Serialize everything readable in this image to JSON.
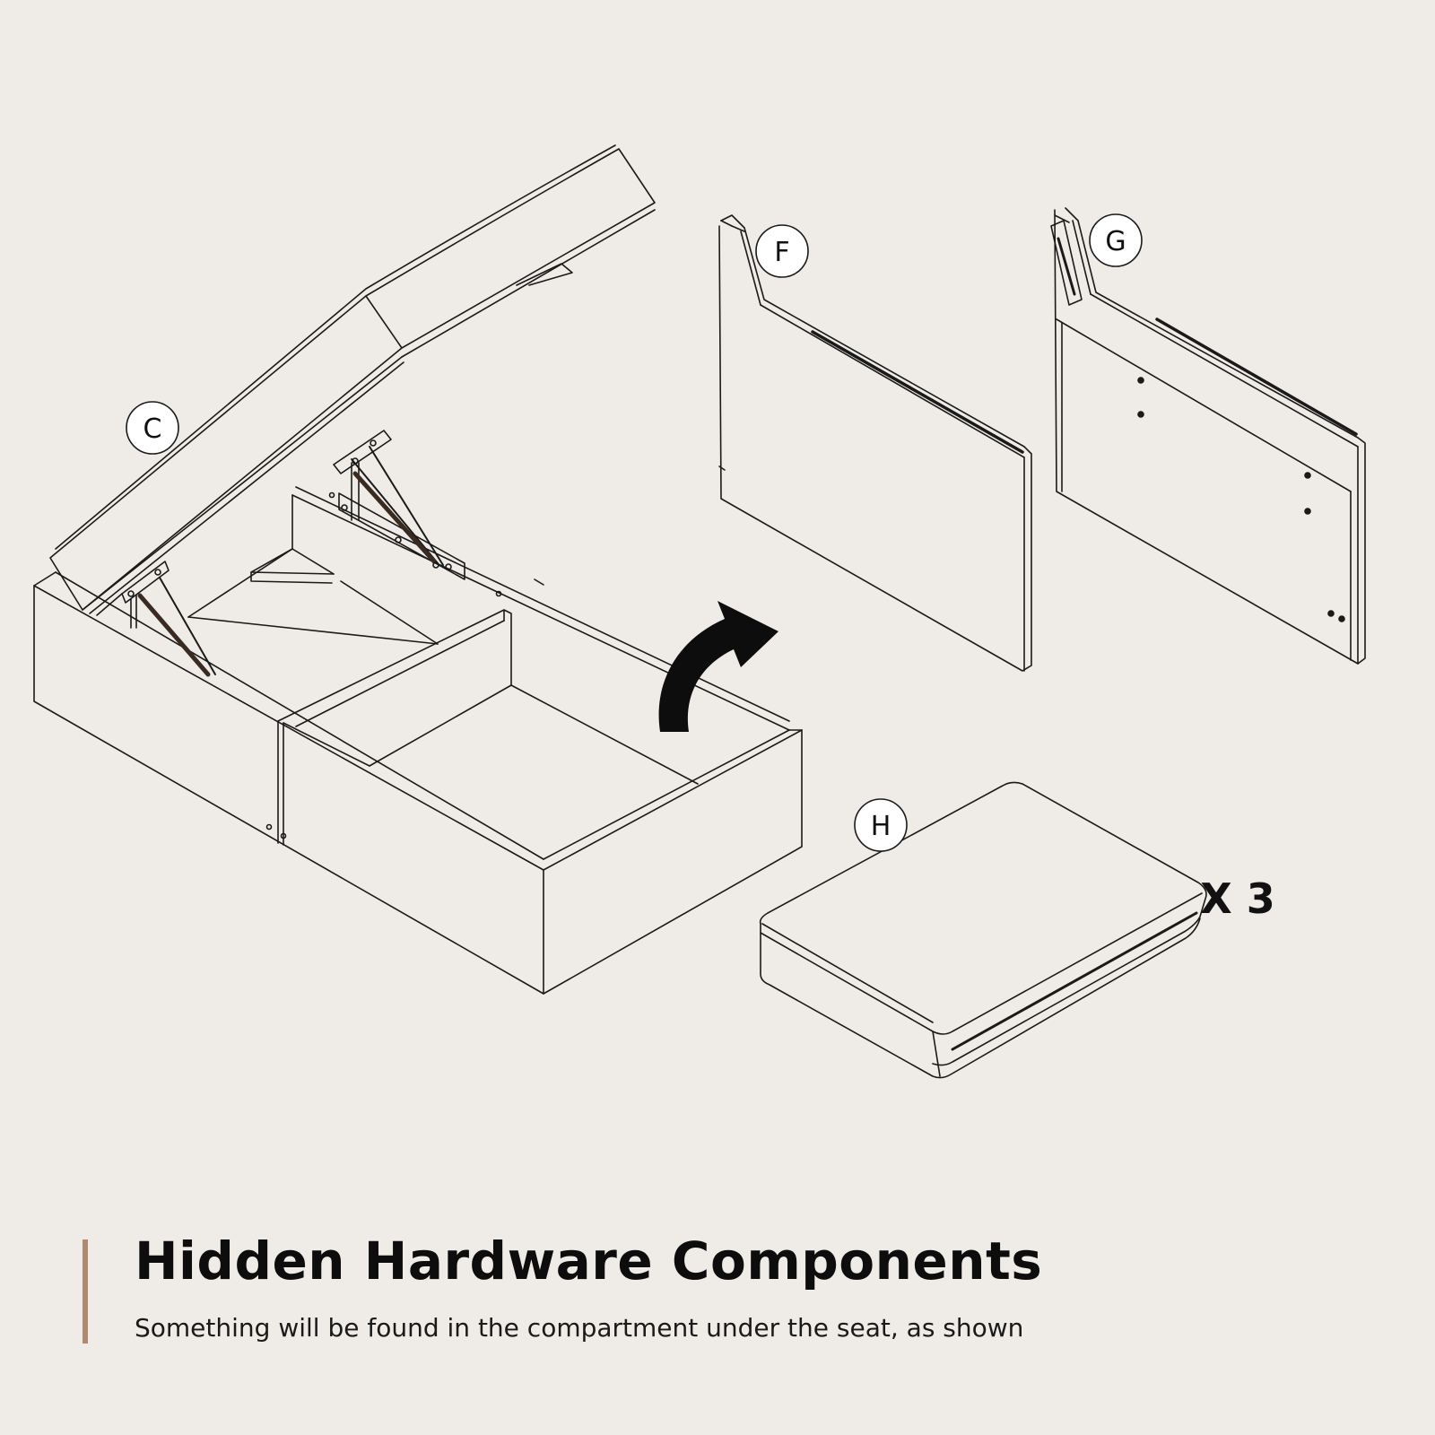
{
  "labels": {
    "storage_seat": "C",
    "panel_f": "F",
    "panel_g": "G",
    "cushion": "H"
  },
  "cushion_quantity": "X 3",
  "caption": {
    "title": "Hidden Hardware Components",
    "subtitle": "Something will be found in the compartment under the seat, as shown"
  },
  "colors": {
    "background": "#efebe6",
    "line": "#1a1a1a",
    "accent": "#b08a6e",
    "label_circle_fill": "#ffffff"
  },
  "icons": [
    "lift-direction-arrow-icon",
    "gas-strut-hinge-icon"
  ]
}
